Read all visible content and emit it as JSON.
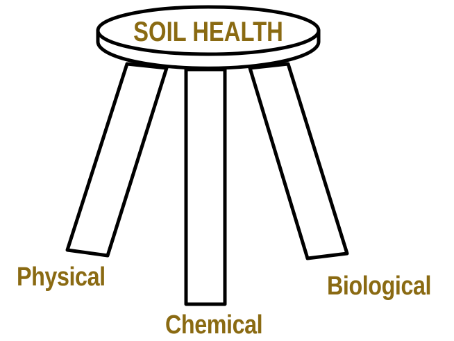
{
  "diagram": {
    "seat_label": "SOIL HEALTH",
    "legs": [
      {
        "label": "Physical"
      },
      {
        "label": "Chemical"
      },
      {
        "label": "Biological"
      }
    ]
  },
  "colors": {
    "label_color": "#8a6a12",
    "outline": "#000000",
    "fill": "#ffffff"
  }
}
